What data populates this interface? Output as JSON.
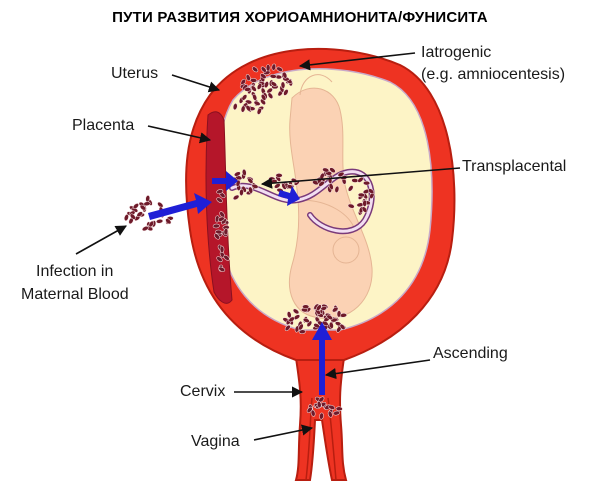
{
  "title": "ПУТИ РАЗВИТИЯ ХОРИОАМНИОНИТА/ФУНИСИТА",
  "labels": {
    "uterus": "Uterus",
    "placenta": "Placenta",
    "iatrogenic_line1": "Iatrogenic",
    "iatrogenic_line2": "(e.g. amniocentesis)",
    "transplacental": "Transplacental",
    "infection_line1": "Infection in",
    "infection_line2": "Maternal Blood",
    "ascending": "Ascending",
    "cervix": "Cervix",
    "vagina": "Vagina"
  },
  "colors": {
    "uterus_wall": "#ee3322",
    "uterus_outline": "#b81e10",
    "amniotic_fluid": "#fdf4c6",
    "fetus": "#fbd2b4",
    "placenta": "#b5162a",
    "bacteria": "#6e1a2a",
    "arrow": "#1f1fd6"
  }
}
